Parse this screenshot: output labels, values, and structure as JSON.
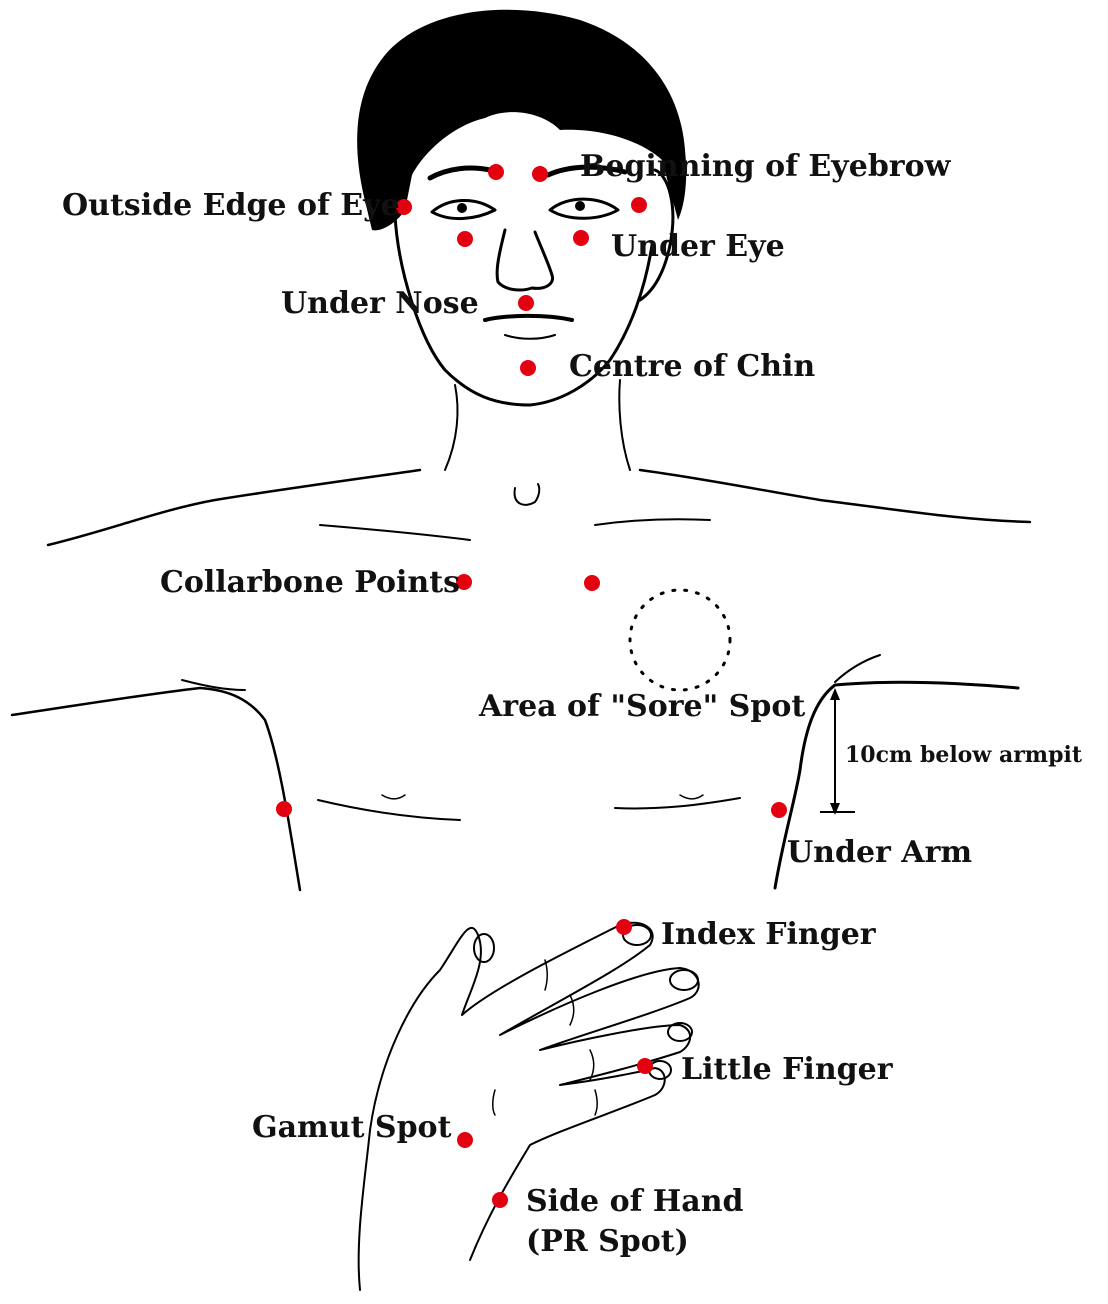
{
  "colors": {
    "point": "#e3000f",
    "line": "#000000",
    "background": "#ffffff"
  },
  "labels": {
    "beginning_of_eyebrow": "Beginning of Eyebrow",
    "outside_edge_of_eye": "Outside Edge of Eye",
    "under_eye": "Under Eye",
    "under_nose": "Under Nose",
    "centre_of_chin": "Centre of Chin",
    "collarbone_points": "Collarbone Points",
    "sore_spot": "Area of \"Sore\" Spot",
    "armpit_distance": "10cm below armpit",
    "under_arm": "Under Arm",
    "index_finger": "Index Finger",
    "little_finger": "Little Finger",
    "gamut_spot": "Gamut Spot",
    "side_of_hand_line1": "Side of Hand",
    "side_of_hand_line2": "(PR Spot)"
  }
}
